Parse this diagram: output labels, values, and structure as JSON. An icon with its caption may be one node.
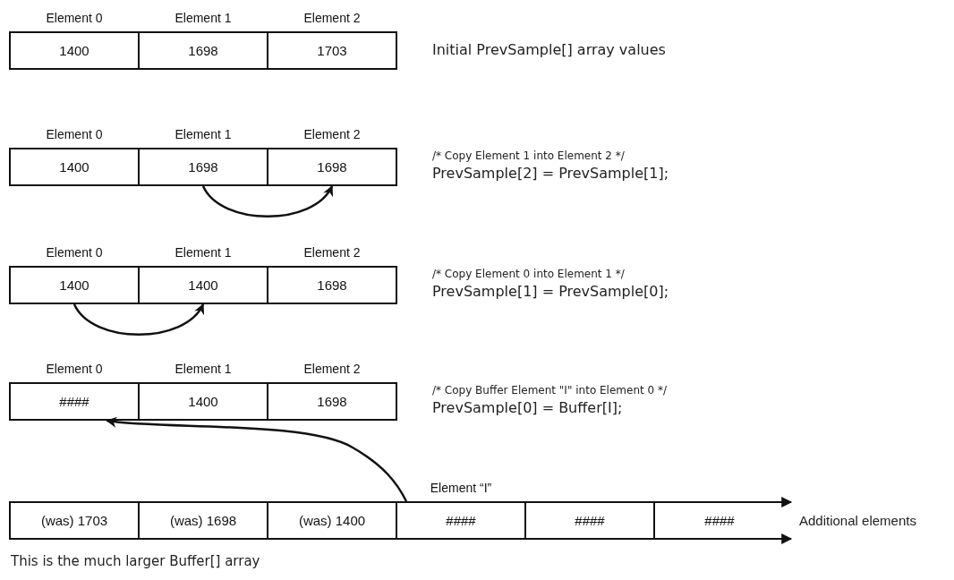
{
  "diagram": {
    "nodes": [
      {
        "text": [
          "Element 0",
          "1400"
        ]
      },
      {
        "text": [
          "Element 1",
          "1698"
        ]
      },
      {
        "text": [
          "Element 2",
          "1703"
        ]
      },
      {
        "text": [
          "Element 0",
          "1400"
        ]
      },
      {
        "text": [
          "Element 1",
          "1698"
        ]
      },
      {
        "text": [
          "Element 2",
          "1698"
        ]
      },
      {
        "text": [
          "Element 0",
          "1400"
        ]
      },
      {
        "text": [
          "Element 1",
          "1400"
        ]
      },
      {
        "text": [
          "Element 2",
          "1698"
        ]
      },
      {
        "text": [
          "Element 0",
          "####"
        ]
      },
      {
        "text": [
          "Element 1",
          "1400"
        ]
      },
      {
        "text": [
          "Element 2",
          "1698"
        ]
      },
      {
        "text": [
          "(was) 1703"
        ]
      },
      {
        "text": [
          "(was) 1698"
        ]
      },
      {
        "text": [
          "(was) 1400"
        ]
      },
      {
        "text": [
          "Element “I”",
          "####"
        ]
      },
      {
        "text": [
          "####"
        ]
      },
      {
        "text": [
          "####"
        ]
      }
    ],
    "edges": [
      {
        "from": 4,
        "to": 5,
        "arrow": "to"
      },
      {
        "from": 6,
        "to": 7,
        "arrow": "to"
      },
      {
        "from": 15,
        "to": 9,
        "arrow": "to"
      }
    ],
    "labels": [
      "Initial PrevSample[] array values",
      "/* Copy Element 1 into Element 2 */",
      "PrevSample[2] = PrevSample[1];",
      "/* Copy Element 0 into Element 1 */",
      "PrevSample[1] = PrevSample[0];",
      "/* Copy Buffer Element \"I\" into Element 0 */",
      "PrevSample[0] = Buffer[I];",
      "Additional elements",
      "This is the much larger Buffer[] array"
    ]
  }
}
